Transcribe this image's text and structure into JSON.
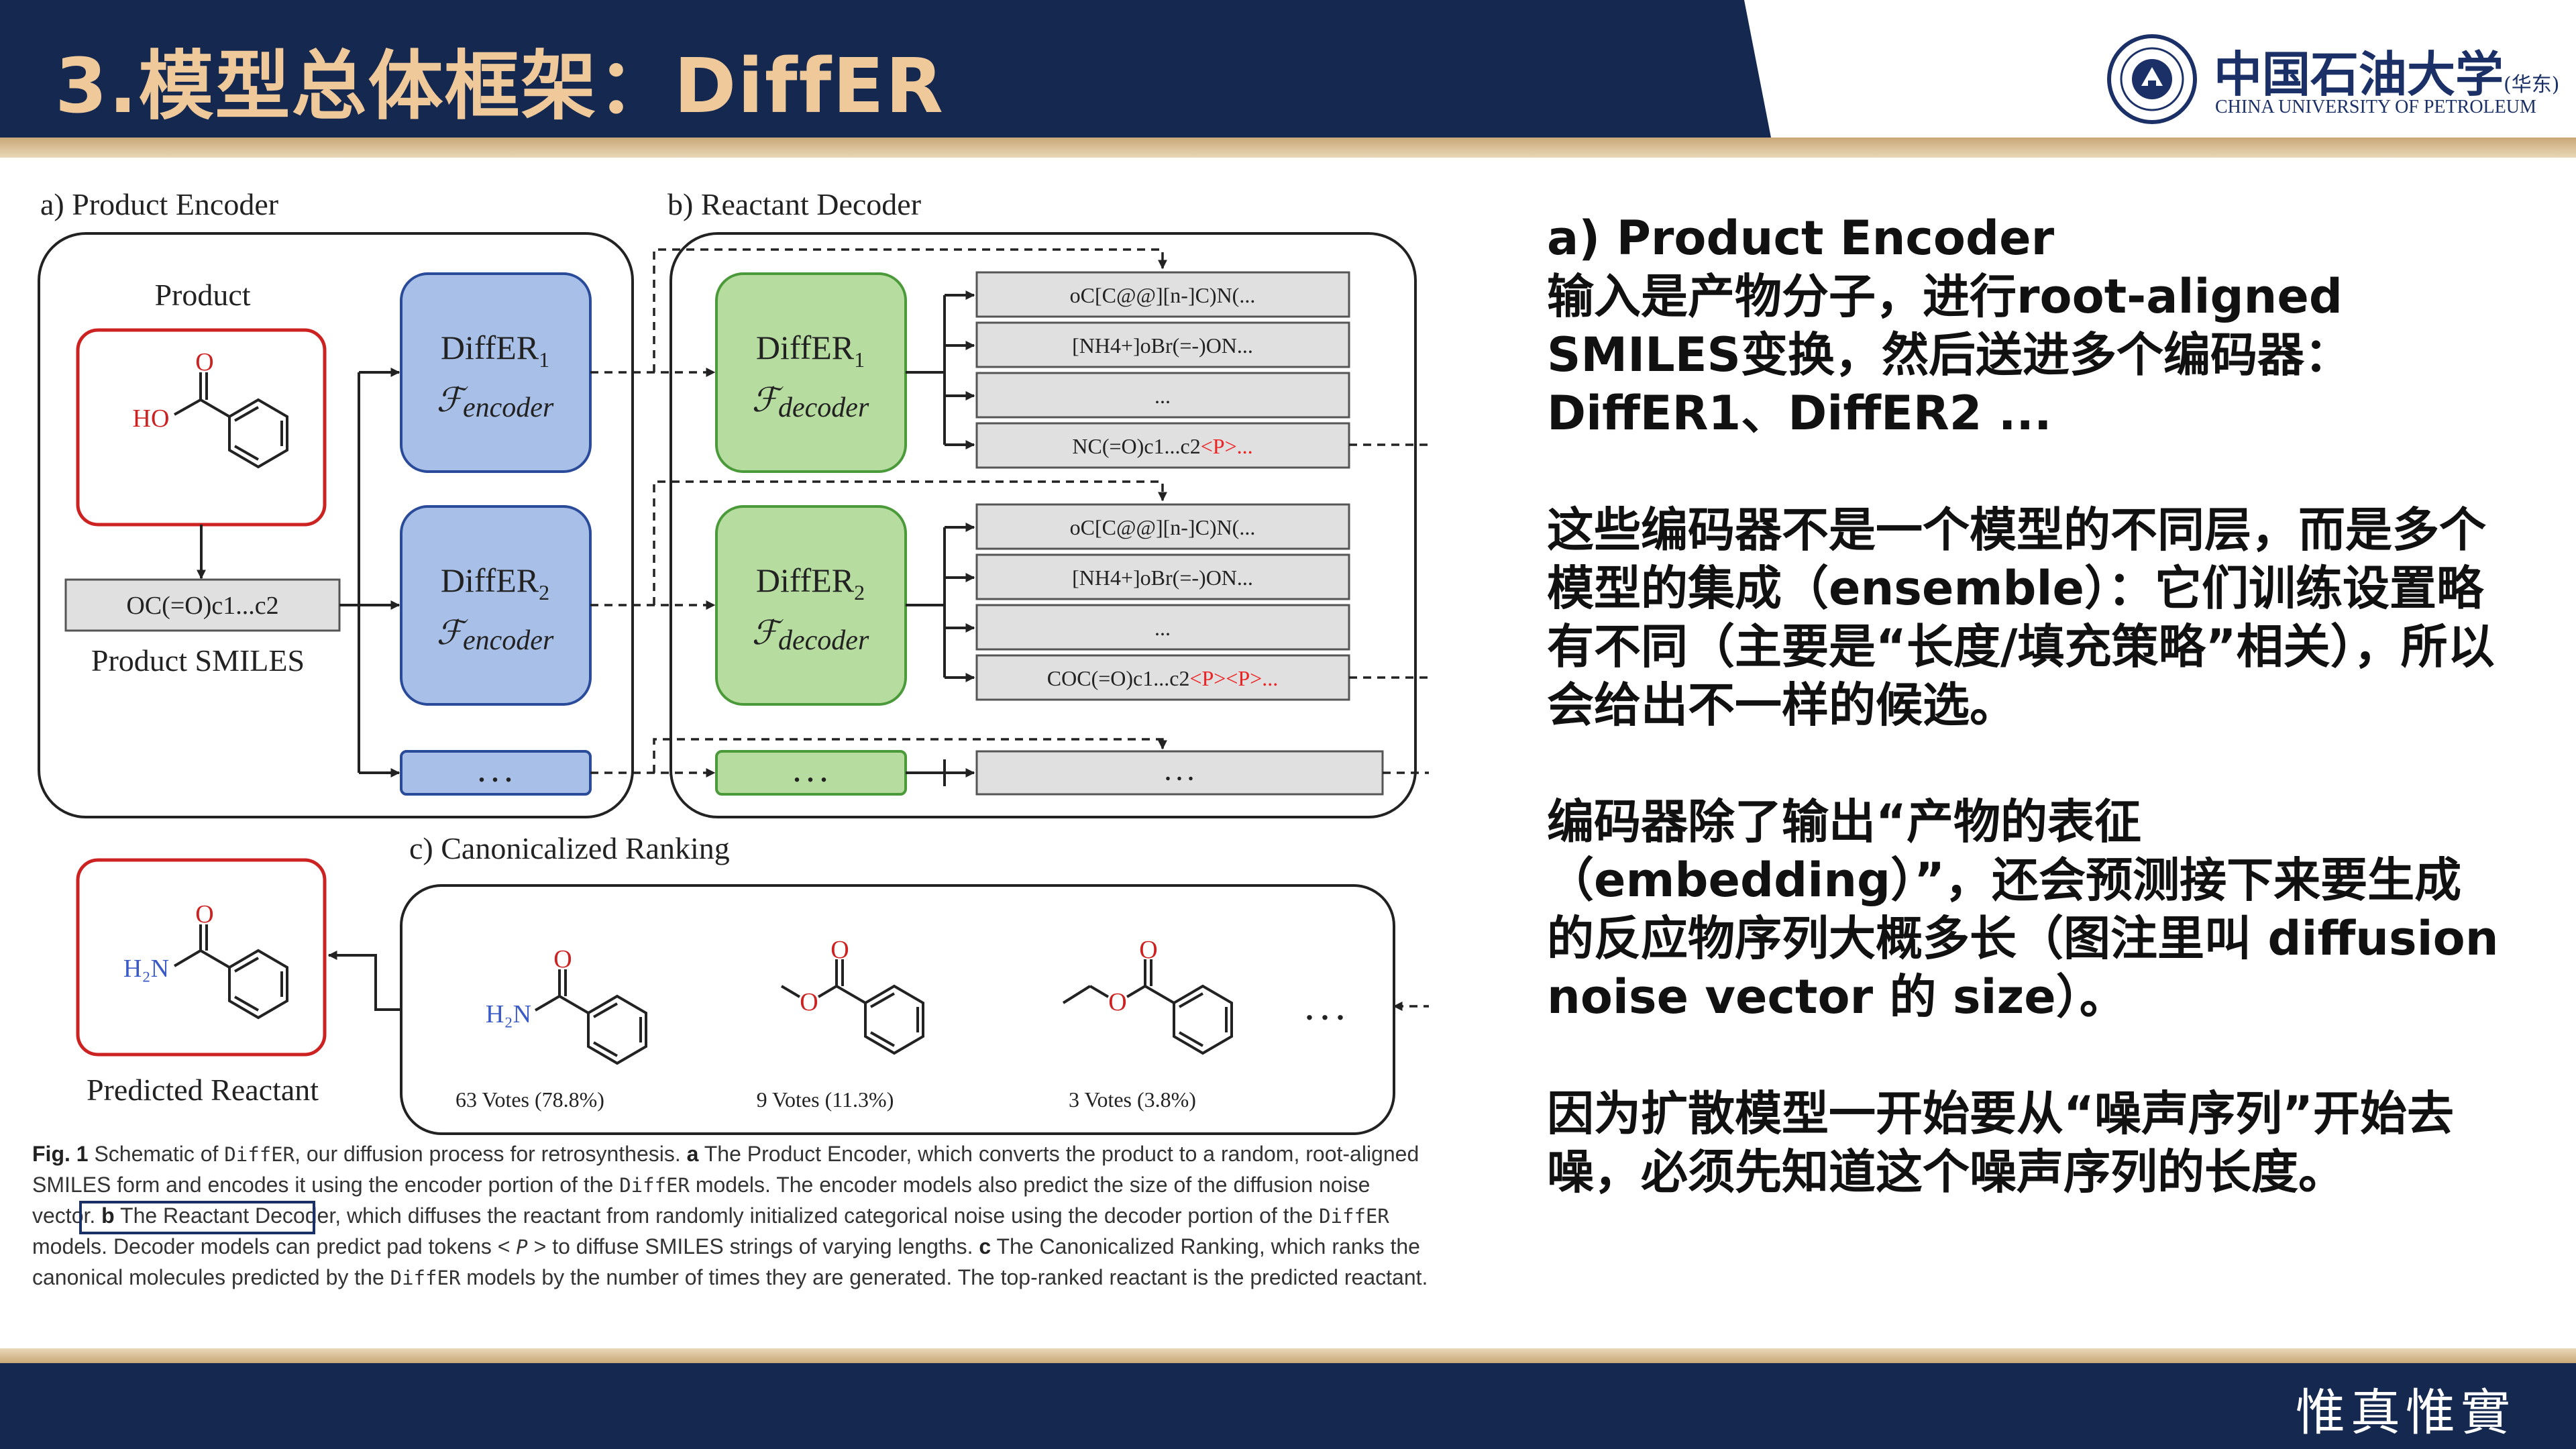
{
  "slide": {
    "title": "3.模型总体框架：DiffER",
    "university_cn": "中国石油大学",
    "university_cn_sub": "(华东)",
    "university_en": "CHINA UNIVERSITY OF PETROLEUM",
    "motto": "惟真惟實"
  },
  "colors": {
    "header_navy": "#15284f",
    "title_gold": "#f0c99a",
    "encoder_blue": "#a8c0e8",
    "decoder_green": "#b6dca0",
    "molecule_red": "#cc2222",
    "pad_token_red": "#ee2222"
  },
  "figure": {
    "panel_a_label": "a) Product Encoder",
    "panel_b_label": "b) Reactant Decoder",
    "panel_c_label": "c) Canonicalized Ranking",
    "product_label": "Product",
    "product_smiles": "OC(=O)c1...c2",
    "product_smiles_label": "Product SMILES",
    "ho_label": "HO",
    "o_label": "O",
    "h2n_label": "H₂N",
    "encoder1": {
      "name": "DiffER",
      "sub": "1",
      "role": "ℱ",
      "role_sub": "encoder"
    },
    "encoder2": {
      "name": "DiffER",
      "sub": "2",
      "role": "ℱ",
      "role_sub": "encoder"
    },
    "decoder1": {
      "name": "DiffER",
      "sub": "1",
      "role": "ℱ",
      "role_sub": "decoder"
    },
    "decoder2": {
      "name": "DiffER",
      "sub": "2",
      "role": "ℱ",
      "role_sub": "decoder"
    },
    "ellipsis": ". . .",
    "outputs1": {
      "row1": "oC[C@@][n-]C)N(...",
      "row2": "[NH4+]oBr(=-)ON...",
      "row3": "...",
      "row4_prefix": "NC(=O)c1...c2",
      "row4_pad": "<P>...",
      "row4_pad_tail": ""
    },
    "outputs2": {
      "row1": "oC[C@@][n-]C)N(...",
      "row2": "[NH4+]oBr(=-)ON...",
      "row3": "...",
      "row4_prefix": "COC(=O)c1...c2",
      "row4_pad": "<P><P>...",
      "row4_pad_tail": ""
    },
    "outputs3": {
      "row1": ". . ."
    },
    "ranking": [
      {
        "votes": "63 Votes (78.8%)"
      },
      {
        "votes": "9 Votes (11.3%)"
      },
      {
        "votes": "3 Votes (3.8%)"
      }
    ],
    "ranking_more": ". . .",
    "predicted_label": "Predicted Reactant"
  },
  "caption": {
    "fig": "Fig. 1",
    "t1": " Schematic of ",
    "differ": "DiffER",
    "t2": ", our diffusion process for retrosynthesis. ",
    "a": "a",
    "t3": " The Product Encoder, which converts the product to a random, root-aligned SMILES form and encodes it using the encoder portion of the ",
    "t4": " models. The encoder models also predict the size of the ",
    "highlight": "diffusion noise vector.",
    "b": "b",
    "t5": " The Reactant Decoder, which diffuses the reactant from randomly initialized categorical noise using the decoder portion of the ",
    "t6": " models. Decoder models can predict pad tokens < ",
    "p": "P",
    "t7": " > to diffuse SMILES strings of varying lengths. ",
    "c": "c",
    "t8": " The Canonicalized Ranking, which ranks the canonical molecules predicted by the ",
    "t9": " models by the number of times they are generated. The top-ranked reactant is the predicted reactant."
  },
  "notes": {
    "p1_l1": "a) Product Encoder",
    "p1_l2": "输入是产物分子，进行root-aligned SMILES变换，然后送进多个编码器：DiffER1、DiffER2 ...",
    "p2": "这些编码器不是一个模型的不同层，而是多个模型的集成（ensemble）：它们训练设置略有不同（主要是“长度/填充策略”相关），所以会给出不一样的候选。",
    "p3": "编码器除了输出“产物的表征（embedding）”，还会预测接下来要生成的反应物序列大概多长（图注里叫 diffusion noise vector 的 size）。",
    "p4": "因为扩散模型一开始要从“噪声序列”开始去噪，必须先知道这个噪声序列的长度。"
  }
}
